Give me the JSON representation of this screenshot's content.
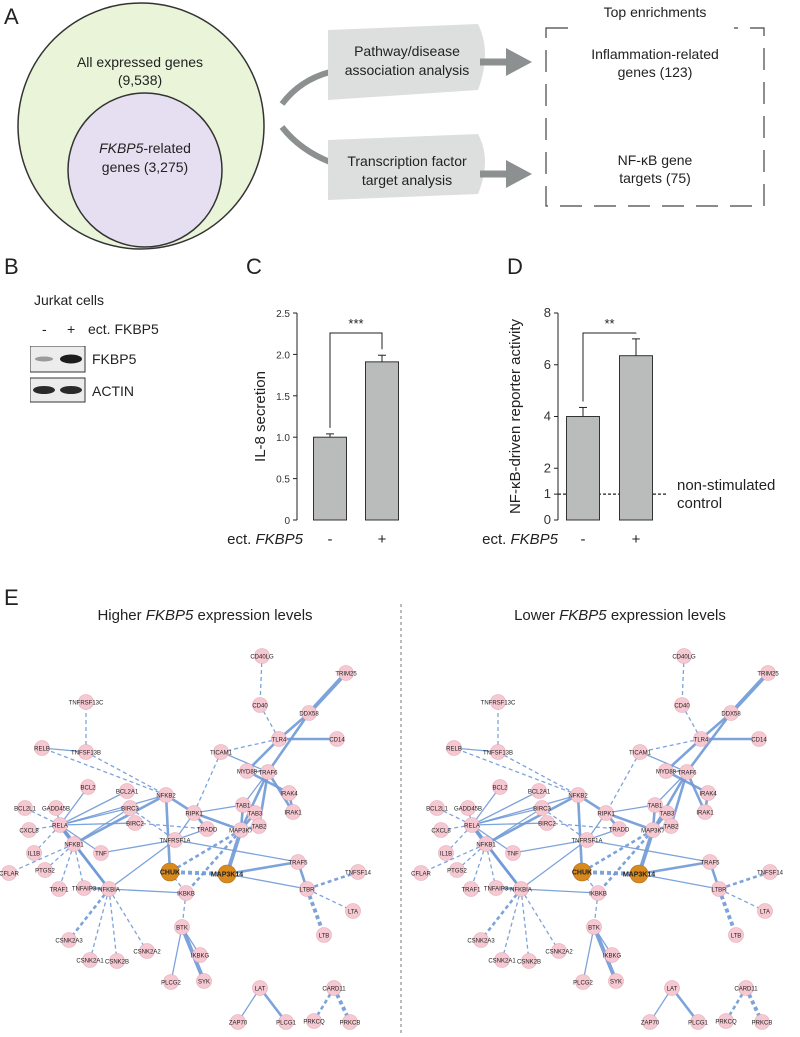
{
  "panel_labels": {
    "a": "A",
    "b": "B",
    "c": "C",
    "d": "D",
    "e": "E"
  },
  "panel_a": {
    "outer_circle": {
      "title": "All expressed genes",
      "count": "(9,538)"
    },
    "inner_circle": {
      "title_italic": "FKBP5",
      "title_rest": "-related",
      "line2": "genes (3,275)"
    },
    "analysis_top": [
      "Pathway/disease",
      "association analysis"
    ],
    "analysis_bottom": [
      "Transcription factor",
      "target analysis"
    ],
    "enrich_header": "Top enrichments",
    "enrich_top": [
      "Inflammation-related",
      "genes (123)"
    ],
    "enrich_bottom": [
      "NF-κB gene",
      "targets (75)"
    ]
  },
  "panel_b": {
    "cell_line": "Jurkat cells",
    "lane_minus": "-",
    "lane_plus": "+",
    "condition": "ect. FKBP5",
    "band1": "FKBP5",
    "band2": "ACTIN"
  },
  "chart_data": [
    {
      "type": "bar",
      "panel": "C",
      "ylabel": "IL-8 secretion",
      "xlabel_prefix": "ect. ",
      "xlabel_italic": "FKBP5",
      "categories": [
        "-",
        "+"
      ],
      "values": [
        1.0,
        1.91
      ],
      "errors": [
        0.04,
        0.08
      ],
      "ylim": [
        0,
        2.5
      ],
      "yticks": [
        "0",
        "0.5",
        "1.0",
        "1.5",
        "2.0",
        "2.5"
      ],
      "significance": "***"
    },
    {
      "type": "bar",
      "panel": "D",
      "ylabel": "NF-κB-driven reporter activity",
      "xlabel_prefix": "ect. ",
      "xlabel_italic": "FKBP5",
      "categories": [
        "-",
        "+"
      ],
      "values": [
        4.0,
        6.35
      ],
      "errors": [
        0.35,
        0.65
      ],
      "ylim": [
        0,
        8
      ],
      "yticks": [
        "0",
        "1",
        "2",
        "4",
        "6",
        "8"
      ],
      "reference_line": 1,
      "reference_label": [
        "non-stimulated",
        "control"
      ],
      "significance": "**"
    }
  ],
  "panel_e": {
    "left_title_pre": "Higher ",
    "left_title_italic": "FKBP5",
    "left_title_post": " expression levels",
    "right_title_pre": "Lower ",
    "right_title_italic": "FKBP5",
    "right_title_post": " expression levels",
    "hub_color": "#d98a1f",
    "node_color": "#f6c9d2",
    "edge_color": "#6f9ad8",
    "left_nodes": [
      [
        "CD40LG",
        262,
        656,
        0
      ],
      [
        "TRIM25",
        346,
        673,
        0
      ],
      [
        "CD40",
        260,
        705,
        0
      ],
      [
        "DDX58",
        309,
        713,
        0
      ],
      [
        "TNFRSF13C",
        86,
        702,
        0
      ],
      [
        "RELB",
        42,
        748,
        0
      ],
      [
        "TNFSF13B",
        86,
        752,
        0
      ],
      [
        "TLR4",
        279,
        739,
        0
      ],
      [
        "CD14",
        337,
        739,
        0
      ],
      [
        "TICAM1",
        221,
        752,
        0
      ],
      [
        "MYD88",
        247,
        771,
        0
      ],
      [
        "TRAF6",
        268,
        772,
        0
      ],
      [
        "IRAK4",
        289,
        793,
        0
      ],
      [
        "BCL2",
        88,
        787,
        0
      ],
      [
        "BCL2A1",
        127,
        791,
        0
      ],
      [
        "NFKB2",
        166,
        795,
        0
      ],
      [
        "RIPK1",
        194,
        813,
        0
      ],
      [
        "TAB1",
        243,
        805,
        0
      ],
      [
        "TAB3",
        255,
        813,
        0
      ],
      [
        "IRAK1",
        293,
        812,
        0
      ],
      [
        "BIRC3",
        130,
        808,
        0
      ],
      [
        "BCL2L1",
        25,
        808,
        0
      ],
      [
        "GADD45B",
        56,
        808,
        0
      ],
      [
        "TRADD",
        207,
        829,
        0
      ],
      [
        "MAP3K7",
        241,
        830,
        0
      ],
      [
        "TAB2",
        259,
        826,
        0
      ],
      [
        "RELA",
        60,
        825,
        0
      ],
      [
        "BIRC2",
        135,
        823,
        0
      ],
      [
        "TNFRSF1A",
        175,
        840,
        0
      ],
      [
        "CXCL8",
        29,
        830,
        0
      ],
      [
        "NFKB1",
        74,
        844,
        0
      ],
      [
        "TNF",
        101,
        853,
        0
      ],
      [
        "TRAF5",
        298,
        862,
        0
      ],
      [
        "IL1B",
        34,
        853,
        0
      ],
      [
        "TNFSF14",
        358,
        872,
        0
      ],
      [
        "CHUK",
        170,
        872,
        1
      ],
      [
        "MAP3K14",
        227,
        874,
        1
      ],
      [
        "CFLAR",
        9,
        873,
        0
      ],
      [
        "PTGS2",
        45,
        870,
        0
      ],
      [
        "TRAF1",
        59,
        889,
        0
      ],
      [
        "TNFAIP3",
        84,
        888,
        0
      ],
      [
        "NFKBIA",
        109,
        889,
        0
      ],
      [
        "IKBKB",
        186,
        893,
        0
      ],
      [
        "LTBR",
        307,
        889,
        0
      ],
      [
        "LTA",
        353,
        911,
        0
      ],
      [
        "LTB",
        324,
        935,
        0
      ],
      [
        "BTK",
        182,
        927,
        0
      ],
      [
        "CSNK2A3",
        69,
        940,
        0
      ],
      [
        "CSNK2A2",
        147,
        951,
        0
      ],
      [
        "IKBKG",
        200,
        955,
        0
      ],
      [
        "CSNK2A1",
        90,
        960,
        0
      ],
      [
        "CSNK2B",
        117,
        961,
        0
      ],
      [
        "PLCG2",
        171,
        982,
        0
      ],
      [
        "SYK",
        204,
        981,
        0
      ],
      [
        "LAT",
        260,
        988,
        0
      ],
      [
        "CARD11",
        334,
        988,
        0
      ],
      [
        "ZAP70",
        238,
        1022,
        0
      ],
      [
        "PLCG1",
        286,
        1022,
        0
      ],
      [
        "PRKCQ",
        314,
        1021,
        0
      ],
      [
        "PRKCB",
        350,
        1022,
        0
      ]
    ],
    "right_nodes": [
      [
        "CD40LG",
        684,
        656,
        0
      ],
      [
        "TRIM25",
        768,
        673,
        0
      ],
      [
        "CD40",
        682,
        705,
        0
      ],
      [
        "DDX58",
        731,
        713,
        0
      ],
      [
        "TNFRSF13C",
        498,
        702,
        0
      ],
      [
        "RELB",
        454,
        748,
        0
      ],
      [
        "TNFSF13B",
        498,
        752,
        0
      ],
      [
        "TLR4",
        701,
        739,
        0
      ],
      [
        "CD14",
        759,
        739,
        0
      ],
      [
        "TICAM1",
        640,
        752,
        0
      ],
      [
        "MYD88",
        666,
        771,
        0
      ],
      [
        "TRAF6",
        687,
        772,
        0
      ],
      [
        "IRAK4",
        708,
        793,
        0
      ],
      [
        "BCL2",
        500,
        787,
        0
      ],
      [
        "BCL2A1",
        539,
        791,
        0
      ],
      [
        "NFKB2",
        578,
        795,
        0
      ],
      [
        "RIPK1",
        606,
        813,
        0
      ],
      [
        "TAB1",
        655,
        805,
        0
      ],
      [
        "TAB3",
        667,
        813,
        0
      ],
      [
        "IRAK1",
        705,
        812,
        0
      ],
      [
        "BIRC3",
        542,
        808,
        0
      ],
      [
        "BCL2L1",
        437,
        808,
        0
      ],
      [
        "GADD45B",
        468,
        808,
        0
      ],
      [
        "TRADD",
        619,
        829,
        0
      ],
      [
        "MAP3K7",
        653,
        830,
        0
      ],
      [
        "TAB2",
        671,
        826,
        0
      ],
      [
        "RELA",
        472,
        825,
        0
      ],
      [
        "BIRC2",
        547,
        823,
        0
      ],
      [
        "TNFRSF1A",
        587,
        840,
        0
      ],
      [
        "CXCL8",
        441,
        830,
        0
      ],
      [
        "NFKB1",
        486,
        844,
        0
      ],
      [
        "TNF",
        513,
        853,
        0
      ],
      [
        "TRAF5",
        710,
        862,
        0
      ],
      [
        "IL1B",
        446,
        853,
        0
      ],
      [
        "TNFSF14",
        770,
        872,
        0
      ],
      [
        "CHUK",
        582,
        872,
        1
      ],
      [
        "MAP3K14",
        639,
        874,
        1
      ],
      [
        "CFLAR",
        421,
        873,
        0
      ],
      [
        "PTGS2",
        457,
        870,
        0
      ],
      [
        "TRAF1",
        471,
        889,
        0
      ],
      [
        "TNFAIP3",
        496,
        888,
        0
      ],
      [
        "NFKBIA",
        521,
        889,
        0
      ],
      [
        "IKBKB",
        598,
        893,
        0
      ],
      [
        "LTBR",
        719,
        889,
        0
      ],
      [
        "LTA",
        765,
        911,
        0
      ],
      [
        "LTB",
        736,
        935,
        0
      ],
      [
        "BTK",
        594,
        927,
        0
      ],
      [
        "CSNK2A3",
        481,
        940,
        0
      ],
      [
        "CSNK2A2",
        559,
        951,
        0
      ],
      [
        "IKBKG",
        612,
        955,
        0
      ],
      [
        "CSNK2A1",
        502,
        960,
        0
      ],
      [
        "CSNK2B",
        529,
        961,
        0
      ],
      [
        "PLCG2",
        583,
        982,
        0
      ],
      [
        "SYK",
        616,
        981,
        0
      ],
      [
        "LAT",
        672,
        988,
        0
      ],
      [
        "CARD11",
        746,
        988,
        0
      ],
      [
        "ZAP70",
        650,
        1022,
        0
      ],
      [
        "PLCG1",
        698,
        1022,
        0
      ],
      [
        "PRKCQ",
        726,
        1021,
        0
      ],
      [
        "PRKCB",
        762,
        1022,
        0
      ]
    ]
  }
}
